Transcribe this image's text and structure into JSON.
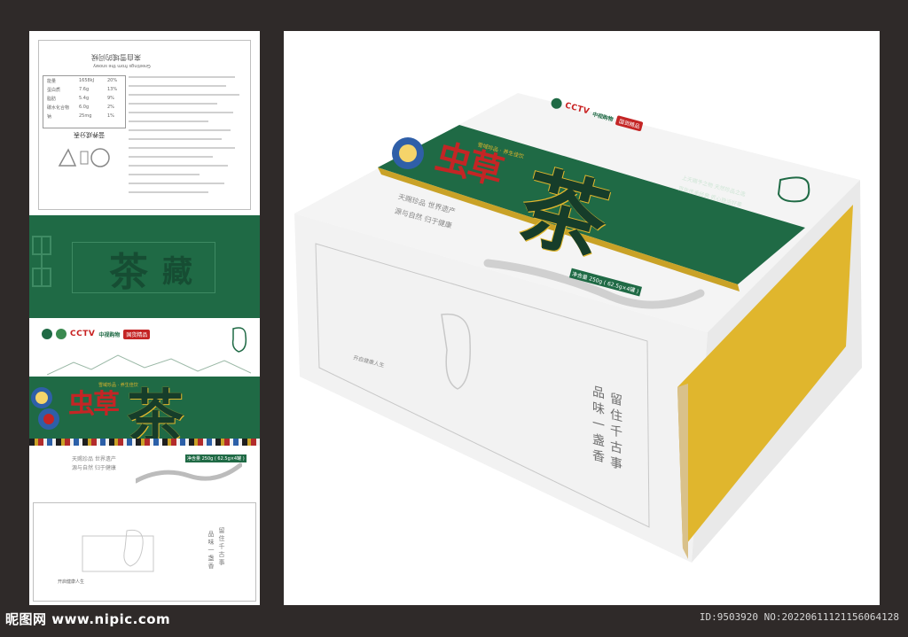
{
  "flat_layout": {
    "top_text": "来自雪域的问候",
    "top_text_en": "Greetings from the snowy",
    "nutrition_title": "营养成分表",
    "nutrition_rows": [
      [
        "能量",
        "1658kJ",
        "20%"
      ],
      [
        "蛋白质",
        "7.6g",
        "13%"
      ],
      [
        "脂肪",
        "5.4g",
        "9%"
      ],
      [
        "碳水化合物",
        "6.0g",
        "2%"
      ],
      [
        "钠",
        "25mg",
        "1%"
      ]
    ],
    "band_mark": "藏",
    "brand_cctv": "CCTV",
    "brand_cn": "中视购物",
    "brand_badge": "国货精品",
    "title_a": "虫草",
    "title_b": "茶",
    "slogan_1": "雪域珍品 · 养生佳饮",
    "slogan_2": "天赐珍品  世界遗产",
    "slogan_3": "源与自然  归于健康",
    "net_weight": "净含量 250g ( 62.5g×4罐 )",
    "poem_a": "品味一盏香",
    "poem_b": "留住千古事",
    "small_caption": "开启健康人生"
  },
  "box": {
    "brand_cctv": "CCTV",
    "brand_cn": "中视购物",
    "brand_badge": "国货精品",
    "title_a": "虫草",
    "title_b": "茶",
    "ribbon": "雪域珍品 · 养生佳饮",
    "slogan_2": "天赐珍品  世界遗产",
    "slogan_3": "源与自然  归于健康",
    "right_line_1": "上天赐予之物  天然珍品之选",
    "right_line_2": "百年传承经典  匠心独运好茶",
    "net_weight": "净含量 250g ( 62.5g×4罐 )",
    "poem_a": "品味一盏香",
    "poem_b": "留住千古事",
    "small_caption": "开启健康人生"
  },
  "watermark_left": "昵图网 www.nipic.com",
  "watermark_right": "ID:9503920 NO:20220611121156064128",
  "colors": {
    "green": "#1f6a45",
    "red": "#c42525",
    "gold": "#e0b62d",
    "background": "#2f2a29"
  }
}
